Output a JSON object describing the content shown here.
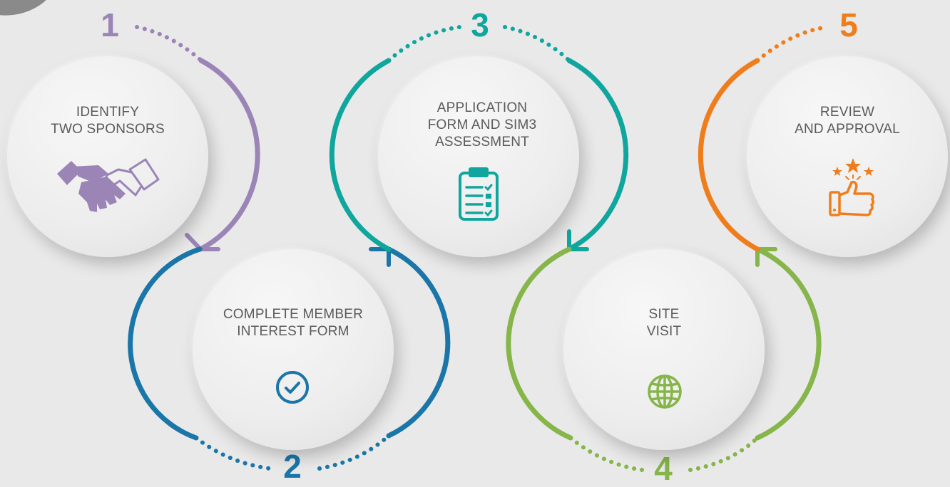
{
  "steps": [
    {
      "number": "1",
      "lines": [
        "IDENTIFY",
        "TWO SPONSORS"
      ],
      "icon": "handshake-icon",
      "color": "#9b84b6"
    },
    {
      "number": "2",
      "lines": [
        "COMPLETE MEMBER",
        "INTEREST FORM"
      ],
      "icon": "check-circle-icon",
      "color": "#1a76a8"
    },
    {
      "number": "3",
      "lines": [
        "APPLICATION",
        "FORM AND SIM3",
        "ASSESSMENT"
      ],
      "icon": "clipboard-icon",
      "color": "#0fa69e"
    },
    {
      "number": "4",
      "lines": [
        "SITE",
        "VISIT"
      ],
      "icon": "globe-icon",
      "color": "#86b54a"
    },
    {
      "number": "5",
      "lines": [
        "REVIEW",
        "AND APPROVAL"
      ],
      "icon": "thumbs-up-stars-icon",
      "color": "#f07d1c"
    }
  ]
}
